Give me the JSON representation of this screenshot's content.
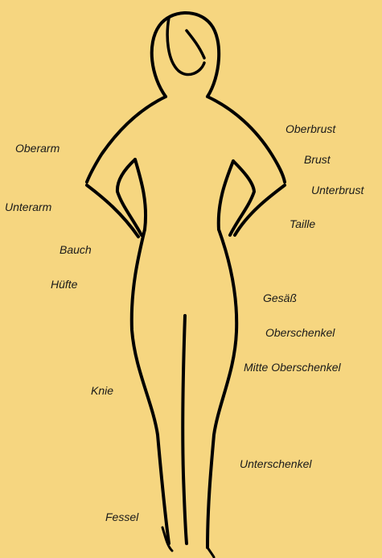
{
  "background_color": "#F6D680",
  "line_color": "#000000",
  "labels": {
    "oberarm": "Oberarm",
    "unterarm": "Unterarm",
    "bauch": "Bauch",
    "huefte": "Hüfte",
    "knie": "Knie",
    "fessel": "Fessel",
    "oberbrust": "Oberbrust",
    "brust": "Brust",
    "unterbrust": "Unterbrust",
    "taille": "Taille",
    "gesaess": "Gesäß",
    "oberschenkel": "Oberschenkel",
    "mitte_oberschenkel": "Mitte Oberschenkel",
    "unterschenkel": "Unterschenkel"
  }
}
